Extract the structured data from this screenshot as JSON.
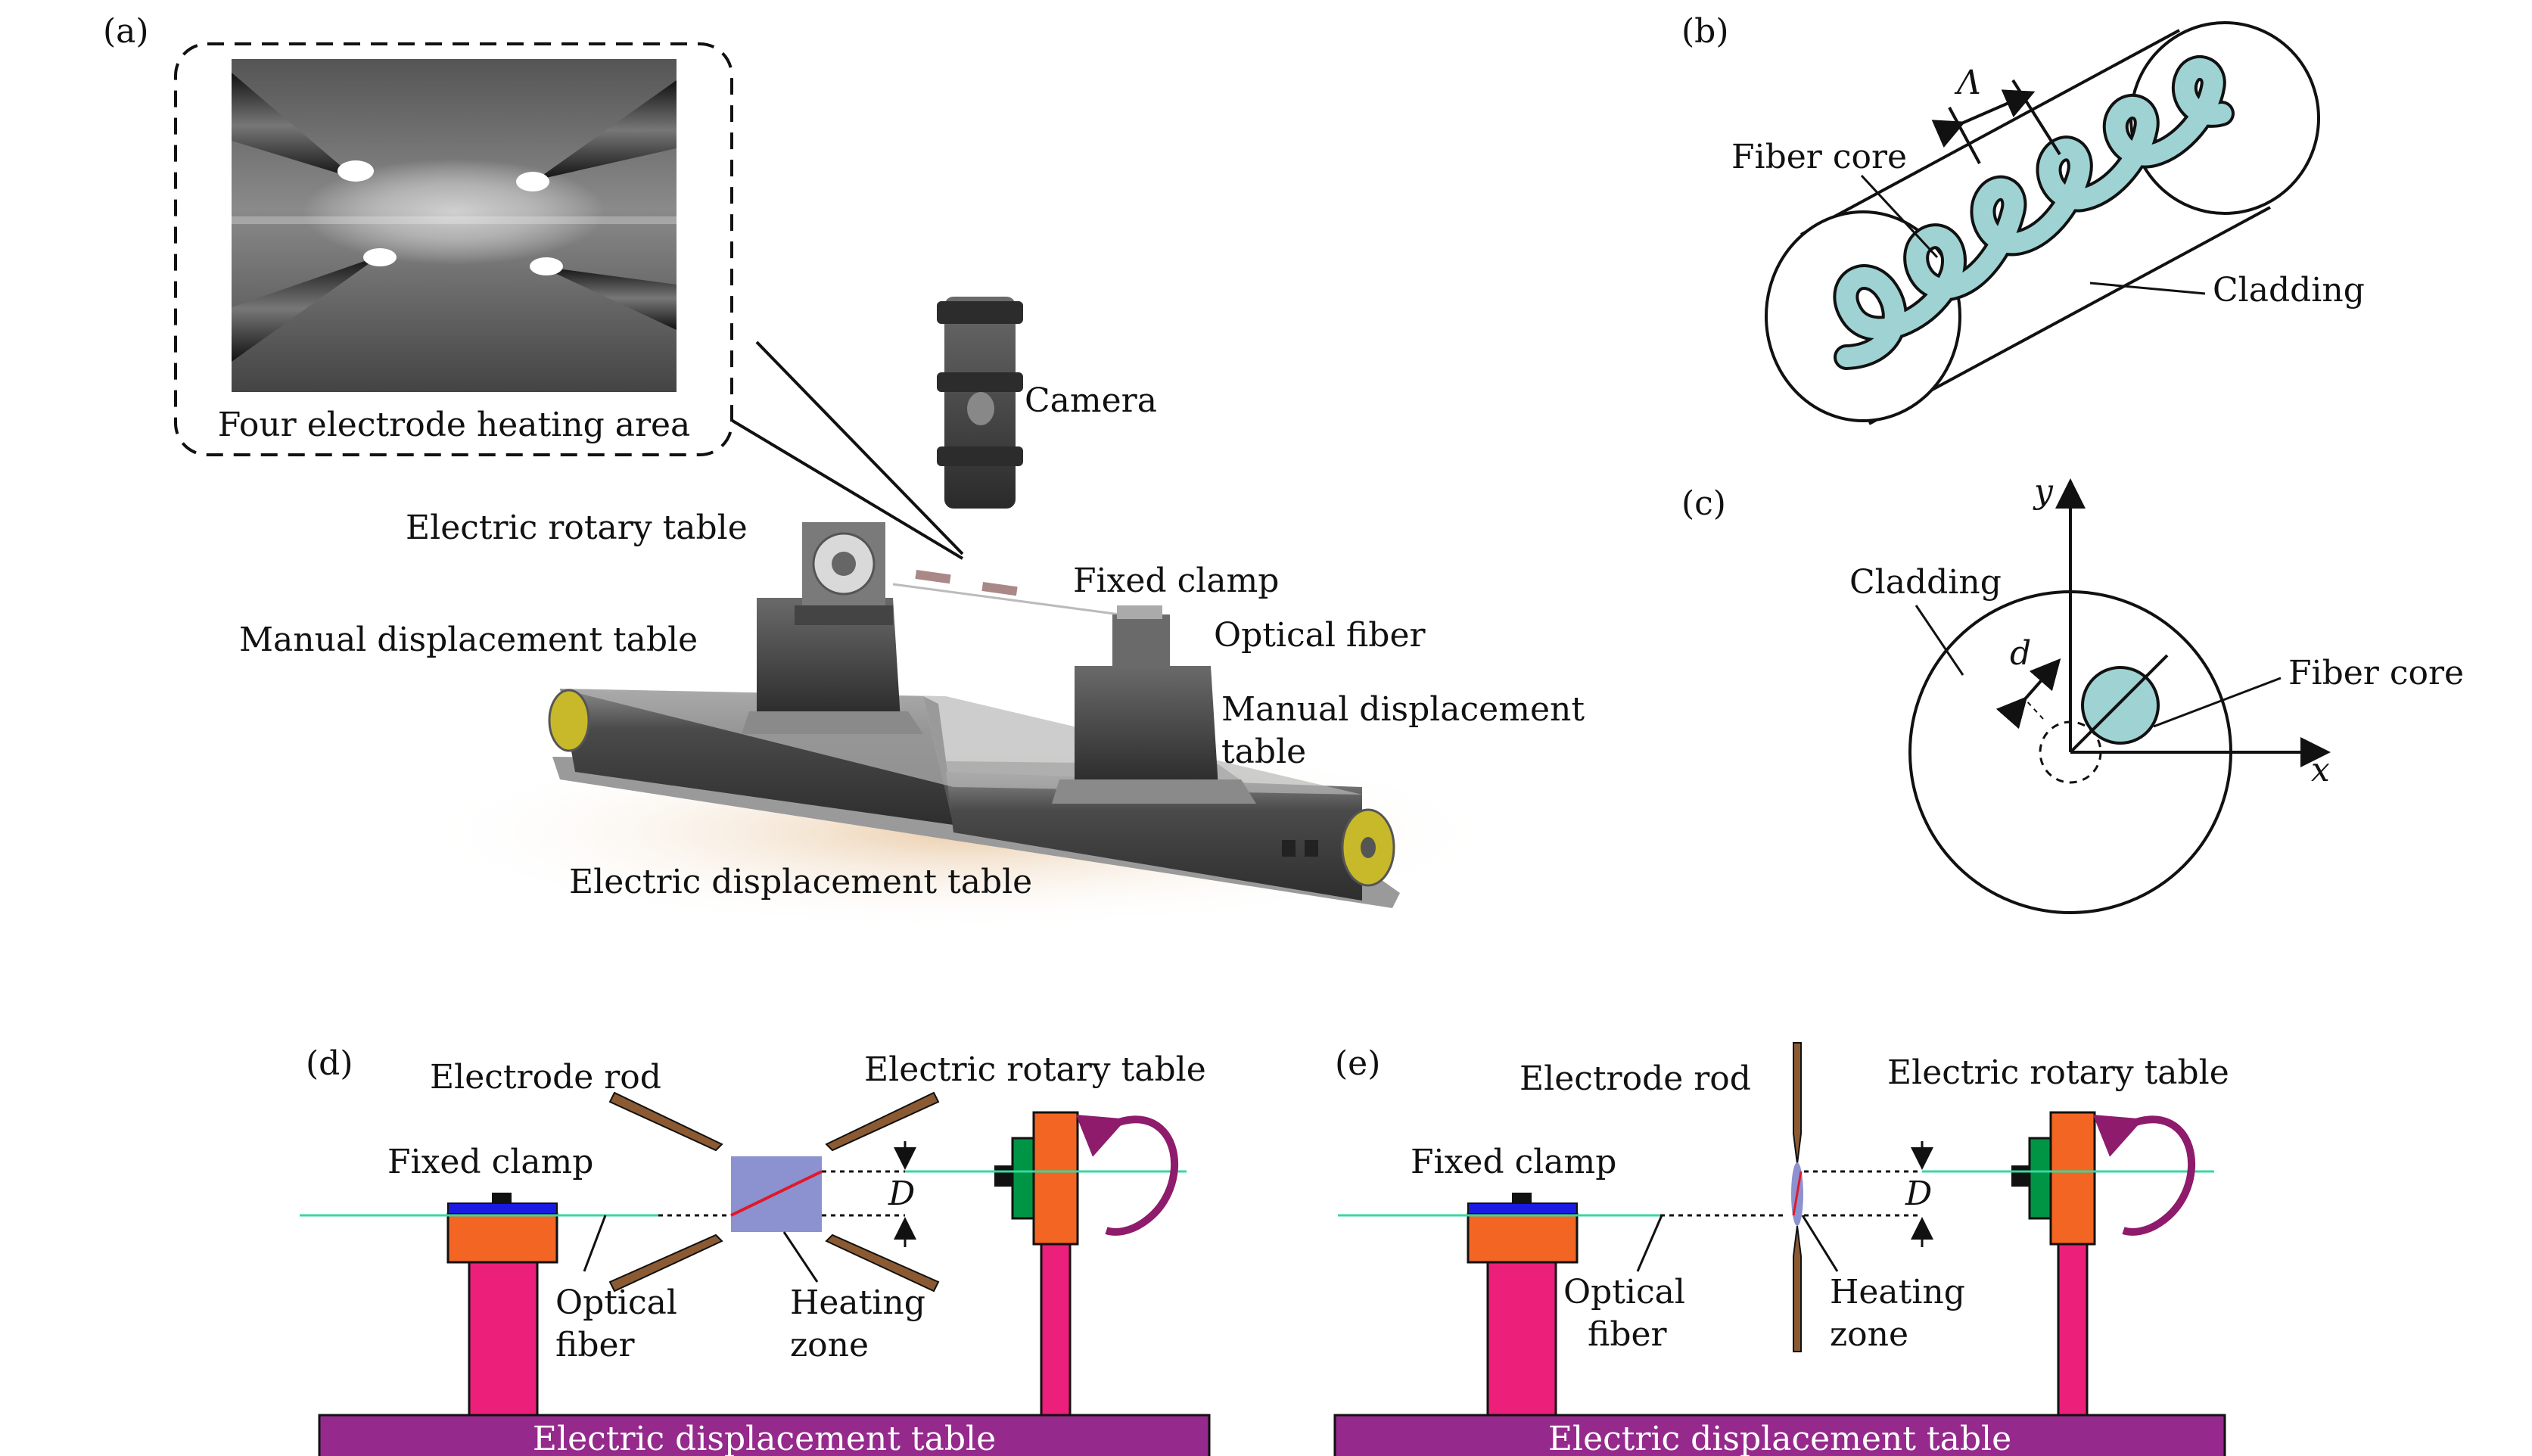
{
  "panels": {
    "a": {
      "tag": "(a)",
      "inset_caption": "Four electrode heating area",
      "camera": "Camera",
      "electric_rotary_table": "Electric rotary table",
      "fixed_clamp": "Fixed clamp",
      "optical_fiber": "Optical fiber",
      "manual_displacement_table_left": "Manual displacement table",
      "manual_displacement_table_right_1": "Manual displacement",
      "manual_displacement_table_right_2": "table",
      "electric_displacement_table": "Electric displacement table"
    },
    "b": {
      "tag": "(b)",
      "pitch_symbol": "Λ",
      "fiber_core": "Fiber core",
      "cladding": "Cladding"
    },
    "c": {
      "tag": "(c)",
      "y_axis": "y",
      "x_axis": "x",
      "cladding": "Cladding",
      "offset_symbol": "d",
      "fiber_core": "Fiber core"
    },
    "d": {
      "tag": "(d)",
      "electrode_rod": "Electrode rod",
      "electric_rotary_table": "Electric rotary table",
      "fixed_clamp": "Fixed clamp",
      "offset_symbol": "D",
      "optical_fiber_1": "Optical",
      "optical_fiber_2": "fiber",
      "heating_zone_1": "Heating",
      "heating_zone_2": "zone",
      "electric_displacement_table": "Electric displacement table"
    },
    "e": {
      "tag": "(e)",
      "electrode_rod": "Electrode rod",
      "electric_rotary_table": "Electric rotary table",
      "fixed_clamp": "Fixed clamp",
      "offset_symbol": "D",
      "optical_fiber_1": "Optical",
      "optical_fiber_2": "fiber",
      "heating_zone_1": "Heating",
      "heating_zone_2": "zone",
      "electric_displacement_table": "Electric displacement table"
    }
  },
  "colors": {
    "fiber_core_fill": "#9fd3d3",
    "fiber_green": "#38d7a0",
    "clamp_blue": "#1a1ae0",
    "clamp_orange": "#f26522",
    "post_pink": "#ec1f7b",
    "base_purple": "#952a8c",
    "rotary_green": "#009445",
    "arrow_purple": "#8e1b6b",
    "electrode_brown": "#8b5a32",
    "heating_zone": "#8c92cf",
    "offset_line_red": "#e0192a"
  }
}
